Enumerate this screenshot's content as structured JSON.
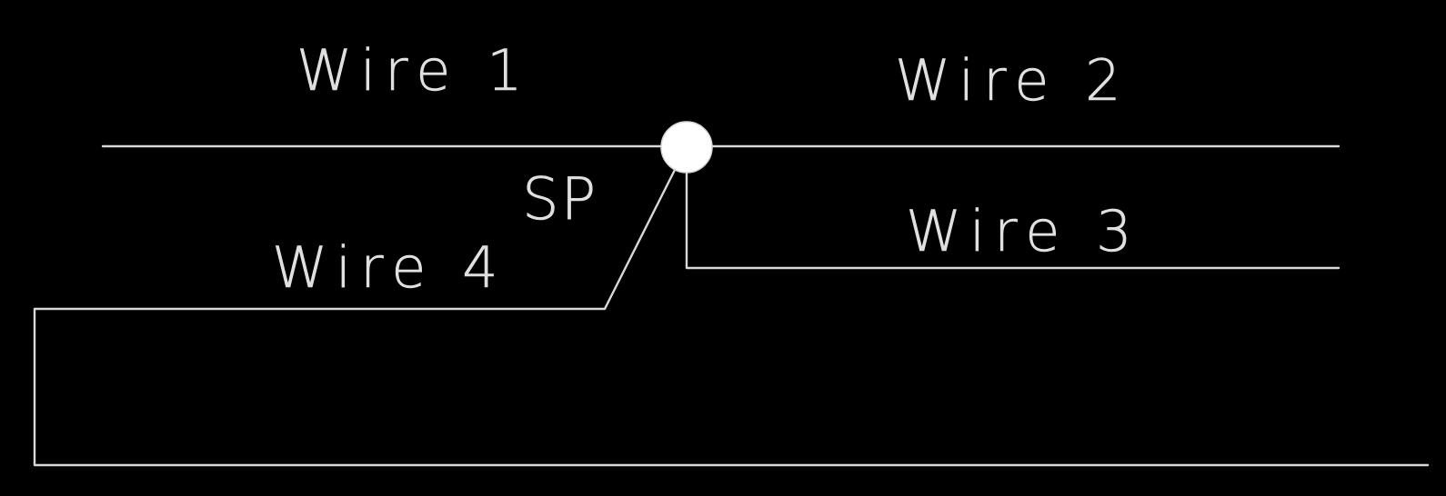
{
  "diagram": {
    "colors": {
      "background": "#000000",
      "line": "#d8d8d8",
      "text": "#e0e0e0",
      "node": "#ffffff"
    },
    "labels": {
      "wire1": "Wire 1",
      "wire2": "Wire 2",
      "wire3": "Wire 3",
      "wire4": "Wire 4",
      "splice": "SP"
    }
  }
}
